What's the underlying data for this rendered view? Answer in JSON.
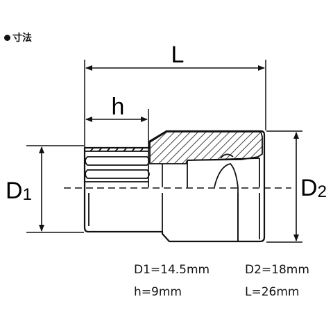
{
  "heading": "寸法",
  "labels": {
    "L": "L",
    "h": "h",
    "D1_main": "D",
    "D1_sub": "1",
    "D2_main": "D",
    "D2_sub": "2"
  },
  "specs": {
    "d1": "D1=14.5mm",
    "d2": "D2=18mm",
    "h": "h=9mm",
    "L": "L=26mm"
  },
  "colors": {
    "line": "#111111",
    "background": "#ffffff"
  }
}
